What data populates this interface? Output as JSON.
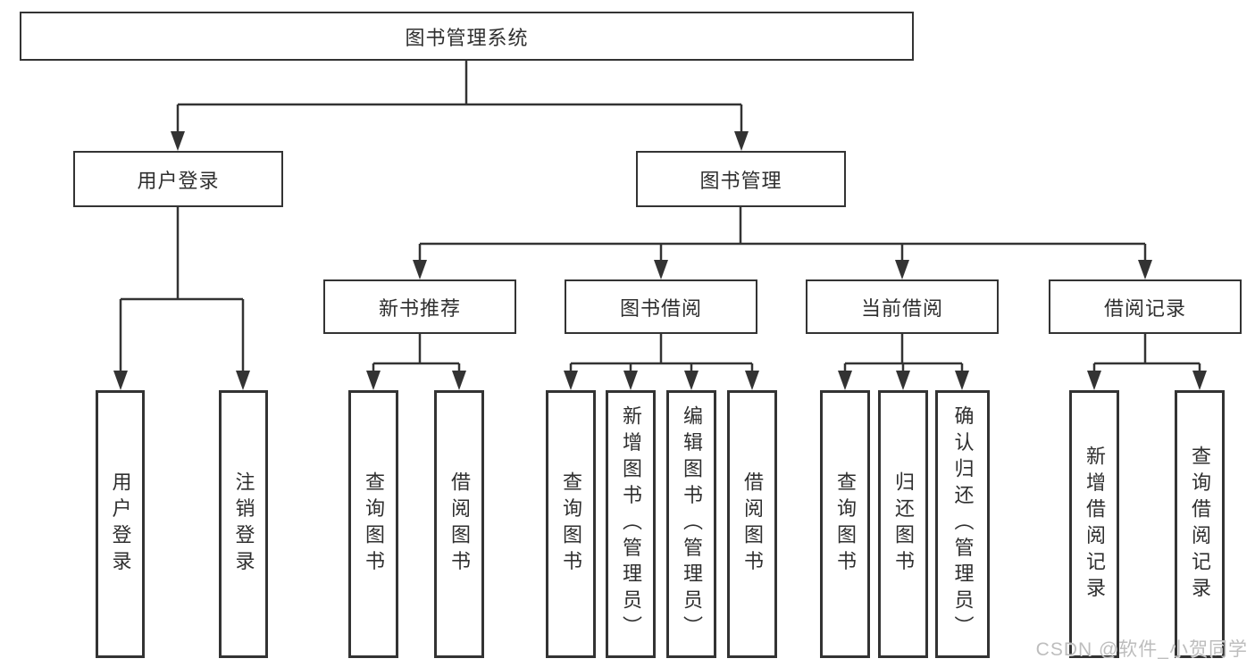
{
  "diagram": {
    "root": {
      "label": "图书管理系统"
    },
    "branches": [
      {
        "label": "用户登录",
        "children": [
          {
            "label": "用户登录"
          },
          {
            "label": "注销登录"
          }
        ]
      },
      {
        "label": "图书管理",
        "children": [
          {
            "label": "新书推荐",
            "children": [
              {
                "label": "查询图书"
              },
              {
                "label": "借阅图书"
              }
            ]
          },
          {
            "label": "图书借阅",
            "children": [
              {
                "label": "查询图书"
              },
              {
                "label": "新增图书（管理员）"
              },
              {
                "label": "编辑图书（管理员）"
              },
              {
                "label": "借阅图书"
              }
            ]
          },
          {
            "label": "当前借阅",
            "children": [
              {
                "label": "查询图书"
              },
              {
                "label": "归还图书"
              },
              {
                "label": "确认归还（管理员）"
              }
            ]
          },
          {
            "label": "借阅记录",
            "children": [
              {
                "label": "新增借阅记录"
              },
              {
                "label": "查询借阅记录"
              }
            ]
          }
        ]
      }
    ]
  },
  "colors": {
    "line": "#333333",
    "box_border": "#333333",
    "text": "#2f2f2f",
    "watermark": "#b9b9b9"
  },
  "watermark": {
    "text": "CSDN @软件_小贺同学"
  }
}
